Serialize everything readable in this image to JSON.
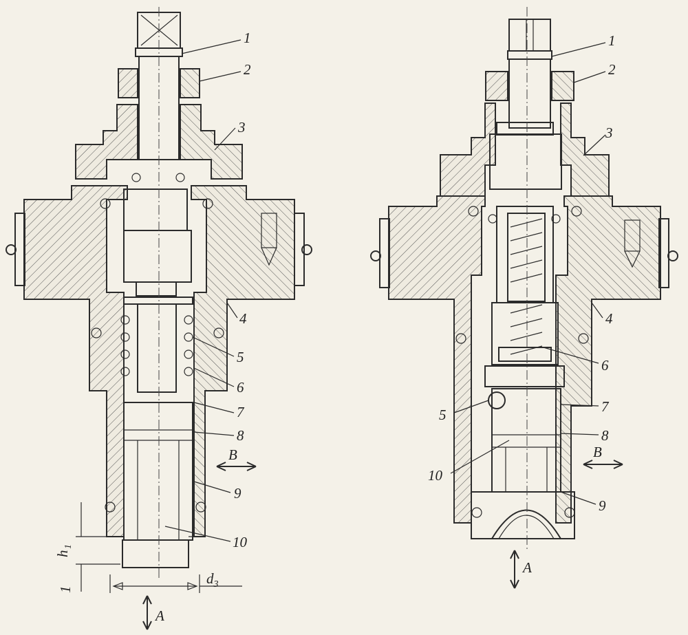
{
  "left_view": {
    "callouts": [
      "1",
      "2",
      "3",
      "4",
      "5",
      "6",
      "7",
      "8",
      "9",
      "10"
    ],
    "port_side": "B",
    "port_axial": "A",
    "dim_h": "h",
    "dim_h_sub": "1",
    "dim_one": "1",
    "dim_d": "d",
    "dim_d_sub": "3"
  },
  "right_view": {
    "callouts": [
      "1",
      "2",
      "3",
      "4",
      "6",
      "5",
      "7",
      "8",
      "10",
      "9"
    ],
    "port_side": "B",
    "port_axial": "A"
  },
  "colors": {
    "paper": "#f4f1e8",
    "ink": "#2b2b2b"
  }
}
